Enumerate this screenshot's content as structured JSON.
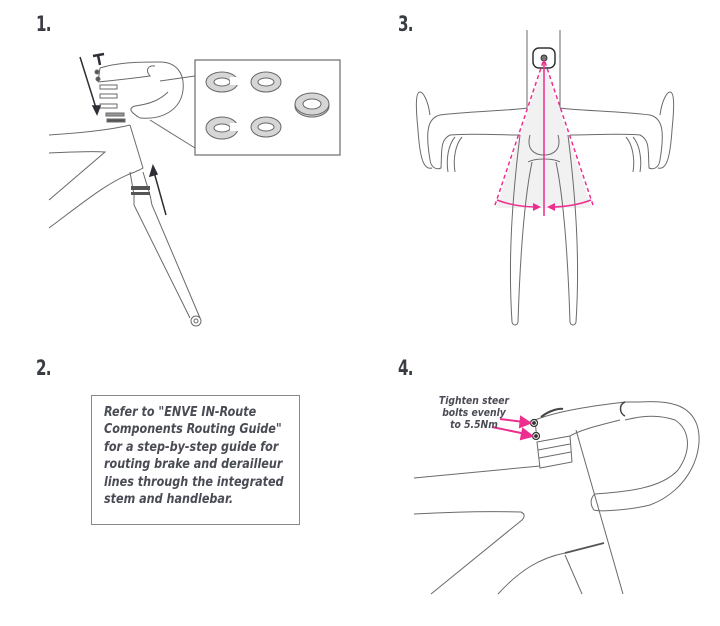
{
  "document": {
    "type": "installation-instructions",
    "subject": "Integrated stem and handlebar installation"
  },
  "steps": [
    {
      "number": "1.",
      "illustration": "Exploded view of stem/handlebar, headset spacers and fork inserting into frame head tube",
      "inset": {
        "label": "Headset spacer options",
        "count": 5
      }
    },
    {
      "number": "2.",
      "note_lines": [
        "Refer to \"ENVE IN-Route",
        "Components Routing Guide\"",
        "for a step-by-step guide for",
        "routing brake and derailleur",
        "lines through the integrated",
        "stem and handlebar."
      ]
    },
    {
      "number": "3.",
      "illustration": "Top view: align handlebar/stem centerline with front wheel"
    },
    {
      "number": "4.",
      "callout_lines": [
        "Tighten steer",
        "bolts evenly",
        "to 5.5Nm"
      ],
      "torque": "5.5Nm"
    }
  ],
  "colors": {
    "line": "#555555",
    "text": "#3a3c44",
    "accent": "#ee2e8f",
    "fill": "#f1f1f1",
    "dark": "#2e2e36"
  }
}
